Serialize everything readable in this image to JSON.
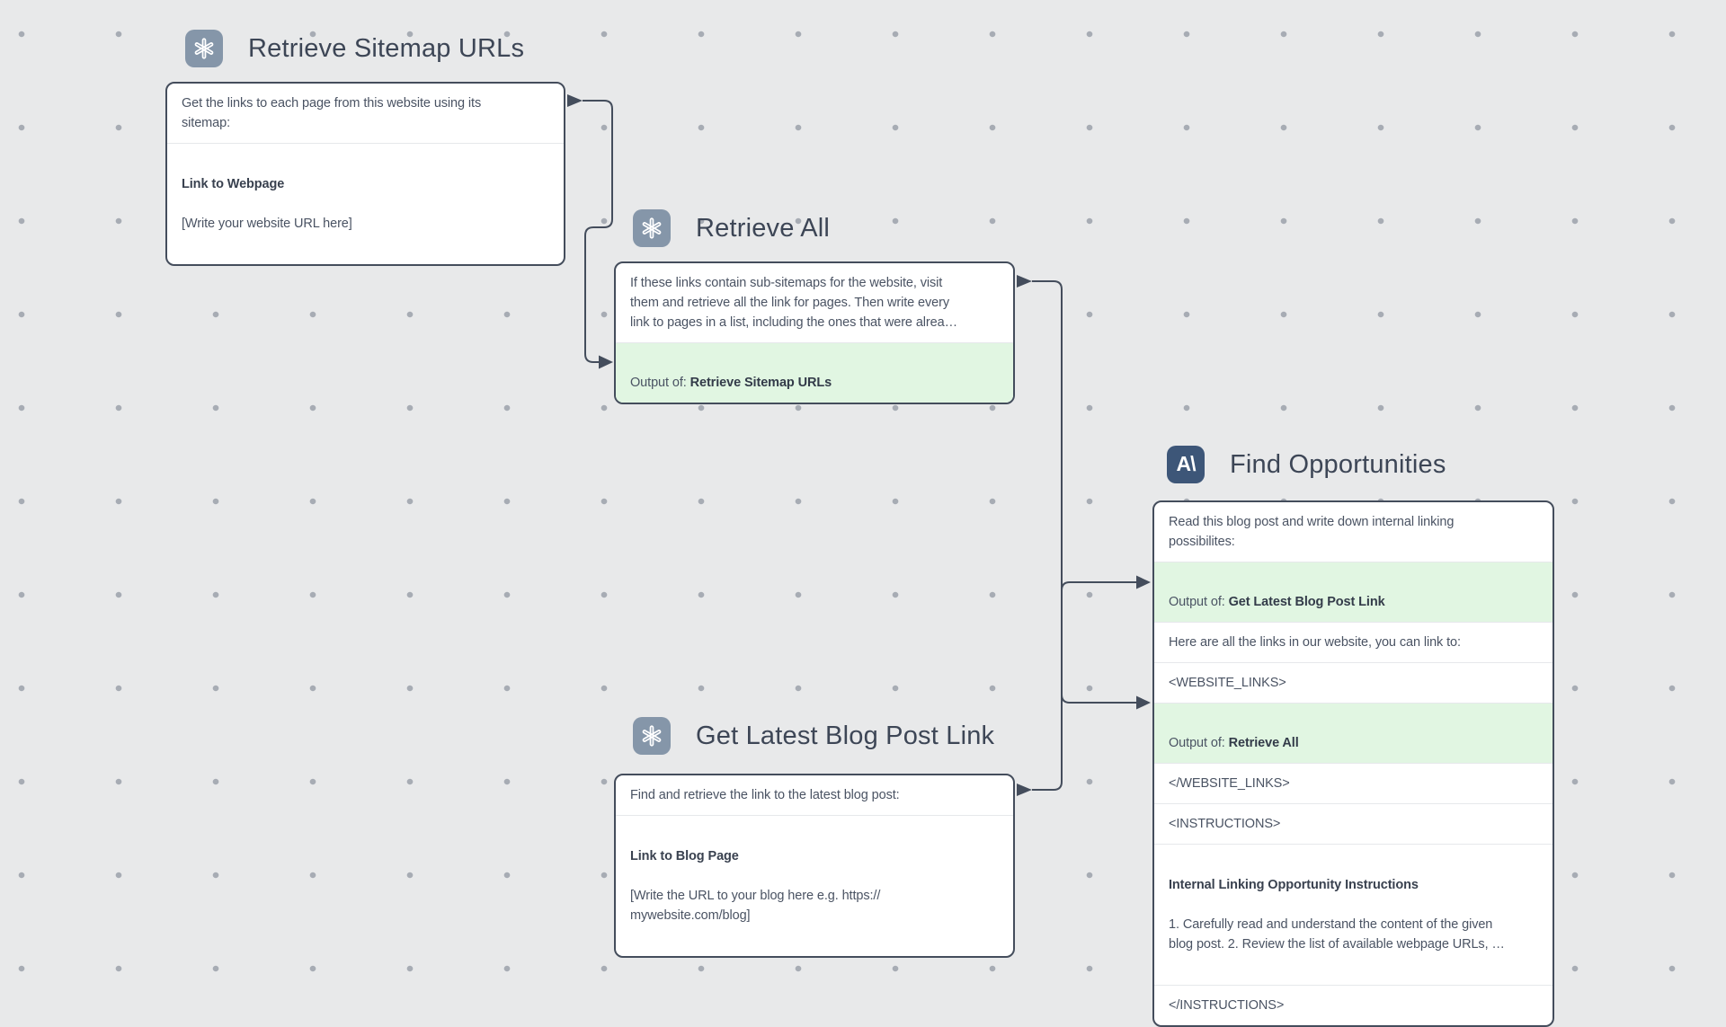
{
  "canvas": {
    "background_color": "#e8e9ea",
    "dot_color": "#a7acb4"
  },
  "colors": {
    "card_border": "#444d5c",
    "connector": "#444d5c",
    "output_row_green": "#e1f6e2",
    "openai_icon_bg": "#8596a9",
    "anthropic_icon_bg": "#3d5678",
    "title_text": "#3d4656",
    "body_text": "#4a5363"
  },
  "icons": {
    "openai": "openai-logo-icon",
    "anthropic": "anthropic-logo-icon",
    "anthropic_glyph": "A\\"
  },
  "nodes": [
    {
      "id": "retrieve-sitemap-urls",
      "title": "Retrieve Sitemap URLs",
      "provider": "openai",
      "rows": [
        {
          "text": "Get the links to each page from this website using its\nsitemap:"
        },
        {
          "label": "Link to Webpage",
          "value": "[Write your website URL here]"
        }
      ]
    },
    {
      "id": "retrieve-all",
      "title": "Retrieve All",
      "provider": "openai",
      "rows": [
        {
          "text": "If these links contain sub-sitemaps for the website, visit\nthem and retrieve all the link for pages.  Then write every\nlink to pages in a list, including the ones that were alrea…"
        },
        {
          "prefix": "Output of: ",
          "source": "Retrieve Sitemap URLs"
        }
      ]
    },
    {
      "id": "get-latest-blog-post-link",
      "title": "Get Latest Blog Post Link",
      "provider": "openai",
      "rows": [
        {
          "text": "Find and retrieve the link to the latest blog post:"
        },
        {
          "label": "Link to Blog Page",
          "value": "[Write the URL to your blog here e.g. https://\nmywebsite.com/blog]"
        }
      ]
    },
    {
      "id": "find-opportunities",
      "title": "Find Opportunities",
      "provider": "anthropic",
      "rows": [
        {
          "text": "Read this blog post and write down internal linking\npossibilites:"
        },
        {
          "prefix": "Output of: ",
          "source": "Get Latest Blog Post Link"
        },
        {
          "text": "Here are all the links in our website, you can link to:"
        },
        {
          "text": "<WEBSITE_LINKS>"
        },
        {
          "prefix": "Output of: ",
          "source": "Retrieve All"
        },
        {
          "text": "</WEBSITE_LINKS>"
        },
        {
          "text": "<INSTRUCTIONS>"
        },
        {
          "label": "Internal Linking Opportunity Instructions",
          "value": "1. Carefully read and understand the content of the given\nblog post. 2. Review the list of available webpage URLs, …"
        },
        {
          "text": "</INSTRUCTIONS>"
        }
      ]
    }
  ]
}
